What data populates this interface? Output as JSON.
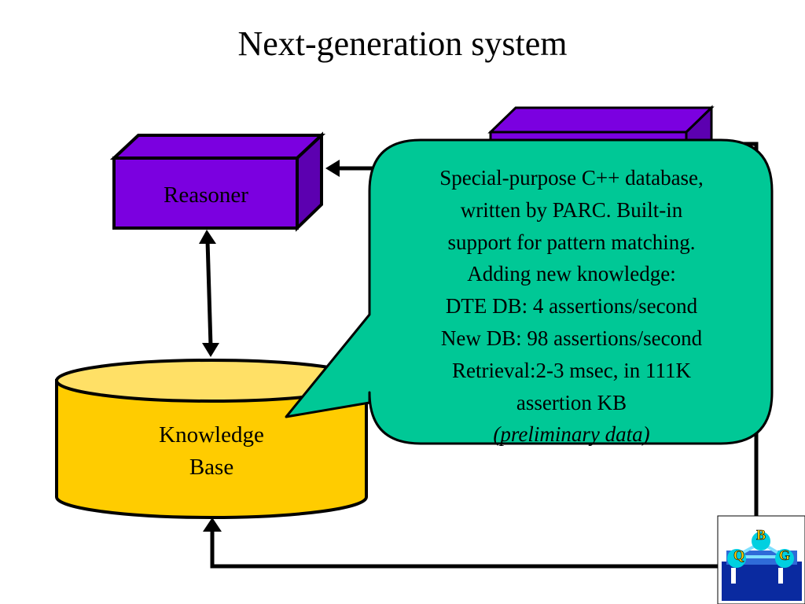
{
  "slide": {
    "title": "Next-generation system"
  },
  "reasoner": {
    "label": "Reasoner"
  },
  "knowledge_base": {
    "label_line1": "Knowledge",
    "label_line2": "Base"
  },
  "callout": {
    "lines": [
      "Special-purpose C++ database,",
      "written by PARC.  Built-in",
      "support for pattern matching.",
      "Adding new knowledge:",
      "DTE DB: 4 assertions/second",
      "New DB: 98 assertions/second",
      "Retrieval:2-3 msec, in 111K",
      "assertion KB"
    ],
    "footnote": "(preliminary data)"
  },
  "logo": {
    "letters": [
      "B",
      "Q",
      "G"
    ],
    "icon": "qrg-logo-icon"
  },
  "colors": {
    "reasoner_box": "#7b00e0",
    "reasoner_dark": "#5c00b0",
    "database_box": "#ffcc00",
    "database_top": "#ffe066",
    "callout_fill": "#00c896",
    "arrow": "#000000"
  }
}
